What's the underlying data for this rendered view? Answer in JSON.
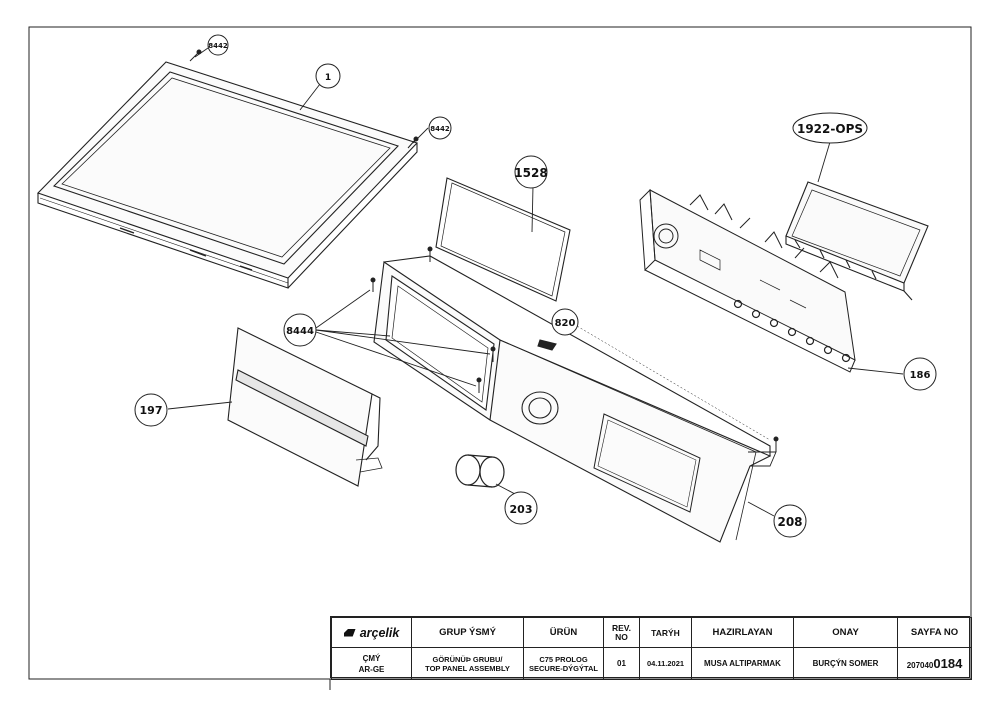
{
  "callouts": {
    "screw_top_left": "8442",
    "top_cover": "1",
    "screw_top_right": "8442",
    "display_bracket": "1922-OPS",
    "window_frame": "1528",
    "electronic_card": "186",
    "clip": "820",
    "screws_panel": "8444",
    "drawer_front": "197",
    "knob": "203",
    "control_panel": "208"
  },
  "title_block": {
    "logo": "arçelik",
    "header": {
      "group": "GRUP ÝSMÝ",
      "product": "ÜRÜN",
      "rev": "REV. NO",
      "date": "TARÝH",
      "prepared": "HAZIRLAYAN",
      "approved": "ONAY",
      "sheet": "SAYFA NO"
    },
    "values": {
      "dept_line1": "ÇMÝ",
      "dept_line2": "AR-GE",
      "group_line1": "GÖRÜNÜÞ GRUBU/",
      "group_line2": "TOP PANEL ASSEMBLY",
      "product_line1": "C75 PROLOG",
      "product_line2": "SECURE-DÝGÝTAL",
      "rev": "01",
      "date": "04.11.2021",
      "prepared": "MUSA ALTIPARMAK",
      "approved": "BURÇÝN SOMER",
      "sheet_prefix": "207040",
      "sheet_suffix": "0184"
    }
  }
}
